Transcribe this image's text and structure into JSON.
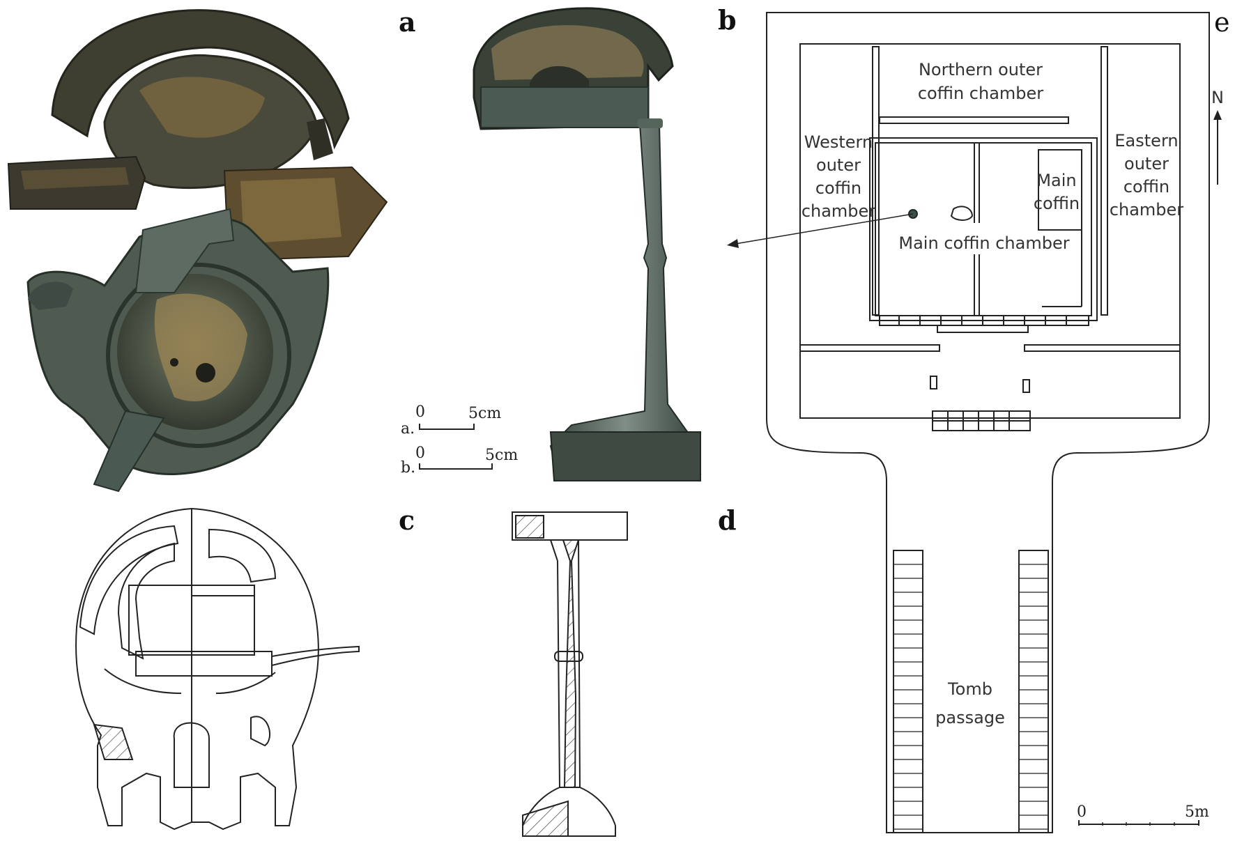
{
  "panels": {
    "a": "a",
    "b": "b",
    "c": "c",
    "d": "d",
    "e": "e"
  },
  "scale_bars": {
    "a_prefix": "a.",
    "a_zero": "0",
    "a_length": "5cm",
    "b_prefix": "b.",
    "b_zero": "0",
    "b_length": "5cm"
  },
  "plan": {
    "north_label": "N",
    "northern_line1": "Northern outer",
    "northern_line2": "coffin chamber",
    "western_line1": "Western",
    "western_line2": "outer",
    "western_line3": "coffin",
    "western_line4": "chamber",
    "eastern_line1": "Eastern",
    "eastern_line2": "outer",
    "eastern_line3": "coffin",
    "eastern_line4": "chamber",
    "main_coffin_line1": "Main",
    "main_coffin_line2": "coffin",
    "main_chamber": "Main coffin chamber",
    "passage_line1": "Tomb",
    "passage_line2": "passage",
    "scale_zero": "0",
    "scale_length": "5m"
  },
  "colors": {
    "bronze_dark": "#3a3a2e",
    "bronze_patina": "#5f6b5c",
    "rust": "#8a7444",
    "line": "#222222"
  }
}
